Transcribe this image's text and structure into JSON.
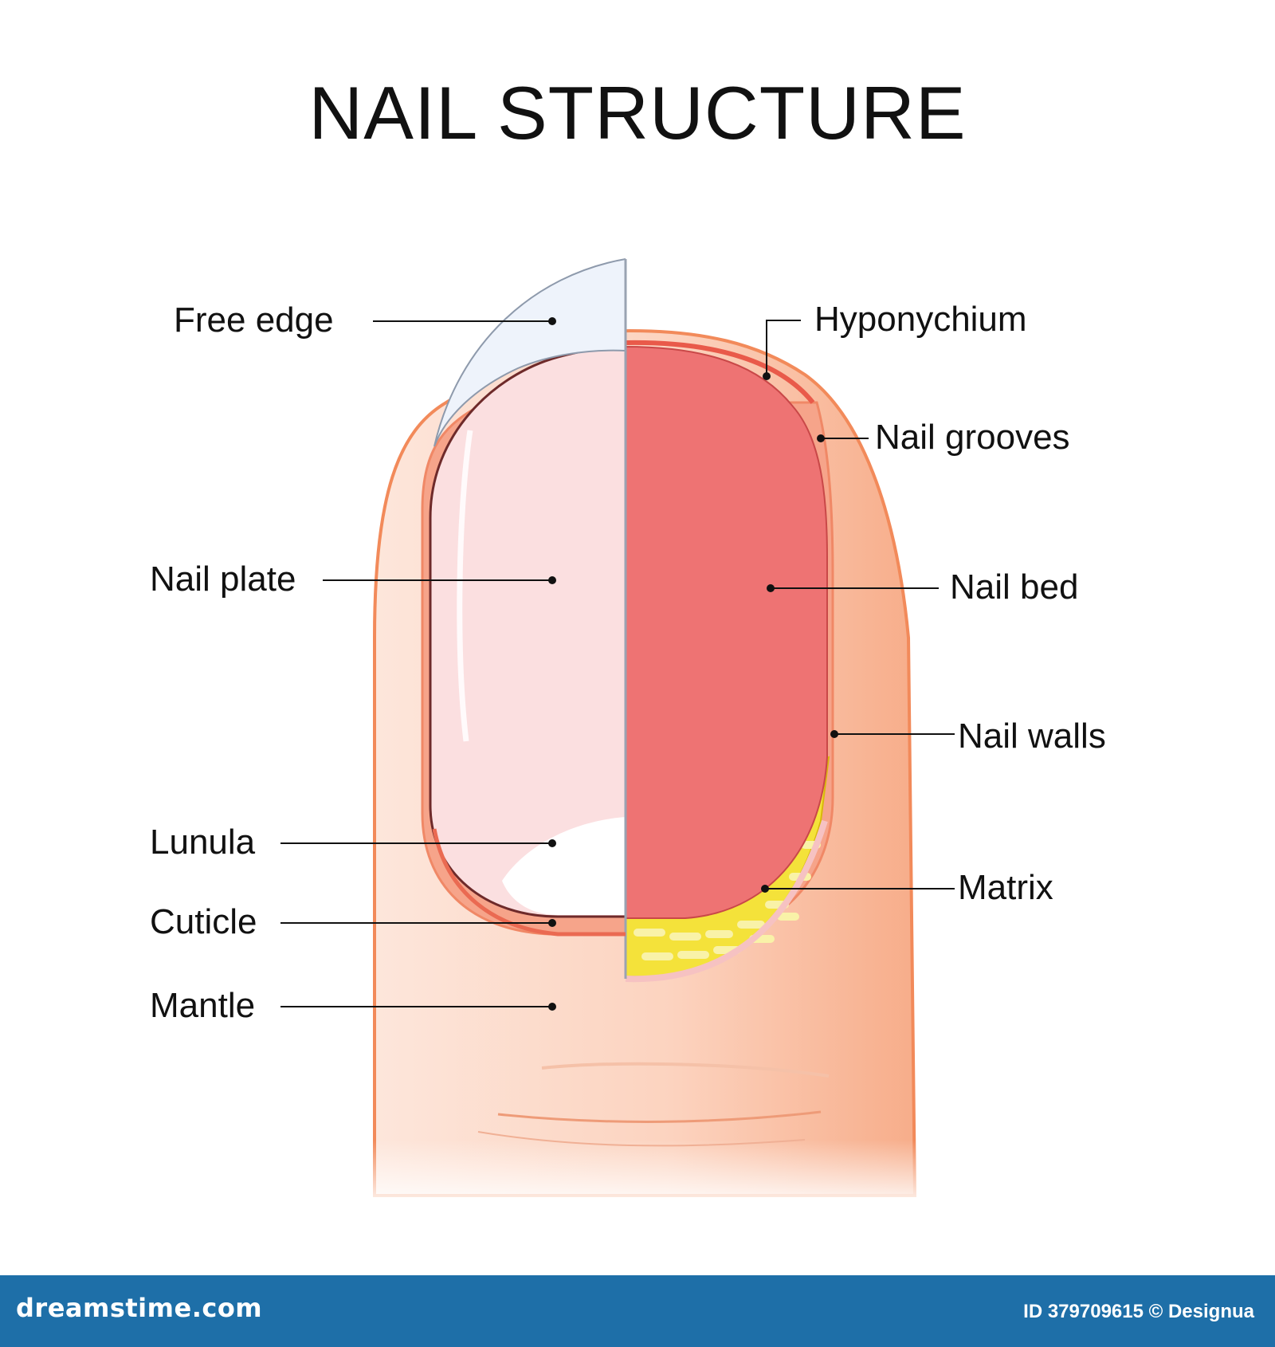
{
  "title": "NAIL STRUCTURE",
  "labels": {
    "free_edge": "Free edge",
    "nail_plate": "Nail plate",
    "lunula": "Lunula",
    "cuticle": "Cuticle",
    "mantle": "Mantle",
    "hyponychium": "Hyponychium",
    "nail_grooves": "Nail grooves",
    "nail_bed": "Nail bed",
    "nail_walls": "Nail walls",
    "matrix": "Matrix"
  },
  "footer": {
    "brand": "dreamstime.com",
    "credit": "ID 379709615 © Designua"
  },
  "colors": {
    "skin_light": "#fde3d6",
    "skin_dark": "#f7b08e",
    "skin_outline": "#f28a5a",
    "nail_plate": "#fbdfe0",
    "nail_bed": "#ee7373",
    "lunula": "#ffffff",
    "matrix": "#f4e23a",
    "footer_bg": "#1e6fa8"
  }
}
